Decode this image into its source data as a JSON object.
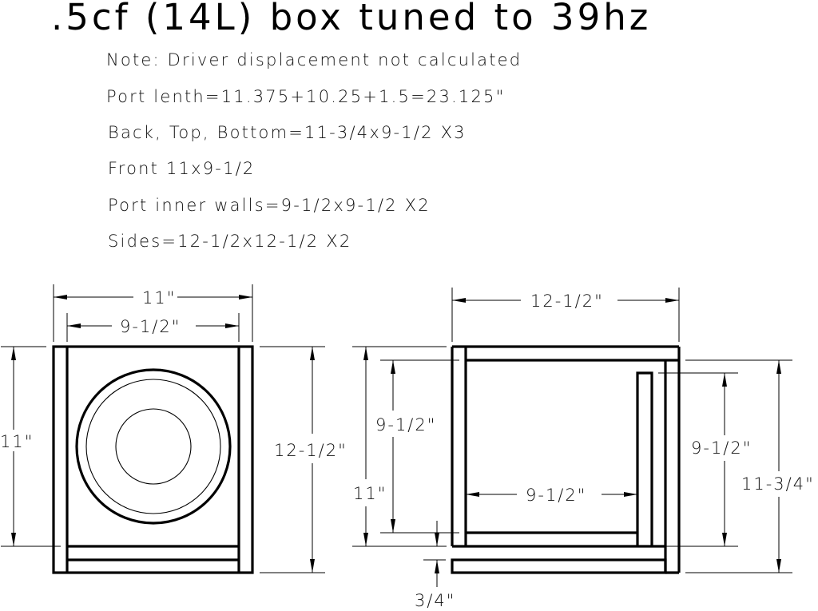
{
  "title": ".5cf (14L) box tuned to 39hz",
  "notes": [
    "Note: Driver displacement not calculated",
    "Port lenth=11.375+10.25+1.5=23.125\"",
    "Back, Top, Bottom=11-3/4x9-1/2  X3",
    "Front  11x9-1/2",
    "Port  inner  walls=9-1/2x9-1/2  X2",
    "Sides=12-1/2x12-1/2  X2"
  ],
  "front_view": {
    "dims": {
      "outer_width": "11\"",
      "inner_width": "9-1/2\"",
      "left_height": "11\"",
      "right_height": "12-1/2\""
    }
  },
  "side_view": {
    "dims": {
      "outer_width": "12-1/2\"",
      "left_outer_height": "11\"",
      "left_inner_height": "9-1/2\"",
      "port_length": "9-1/2\"",
      "port_gap": "3/4\"",
      "right_inner_height": "9-1/2\"",
      "right_outer_height": "11-3/4\""
    }
  },
  "colors": {
    "line": "#000000",
    "background": "#ffffff"
  }
}
